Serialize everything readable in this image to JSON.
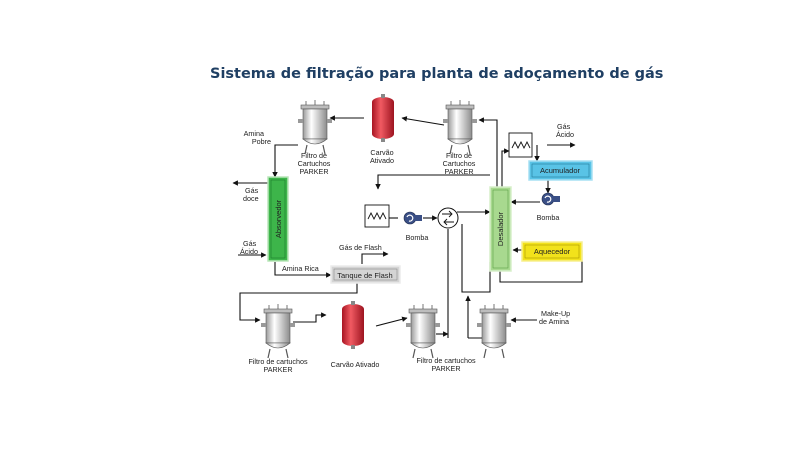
{
  "title": "Sistema de filtração para planta de adoçamento de gás",
  "colors": {
    "title": "#1f3f63",
    "absorber": "#3db54a",
    "stripper": "#a8d98f",
    "accumulator": "#59c3e6",
    "heater": "#f2e21b",
    "flash_tank": "#d4d4d4",
    "carbon": "#d92a3a",
    "pump": "#3a4f86"
  },
  "units": {
    "absorvedor": "Absorvedor",
    "desalador": "Desalador",
    "acumulador": "Acumulador",
    "aquecedor": "Aquecedor",
    "tanque_flash": "Tanque de Flash"
  },
  "labels": {
    "amina_pobre": [
      "Amina",
      "Pobre"
    ],
    "filtro_top_left": [
      "Filtro de",
      "Cartuchos",
      "PARKER"
    ],
    "carvao_top": [
      "Carvão",
      "Ativado"
    ],
    "filtro_top_right": [
      "Filtro de",
      "Cartuchos",
      "PARKER"
    ],
    "gas_acido_top": [
      "Gás",
      "Ácido"
    ],
    "gas_doce": [
      "Gás",
      "doce"
    ],
    "gas_acido_left": [
      "Gás",
      "Ácido"
    ],
    "bomba_mid": "Bomba",
    "bomba_right": "Bomba",
    "gas_de_flash": "Gás de Flash",
    "amina_rica": "Amina Rica",
    "filtro_bottom_left": [
      "Filtro de cartuchos",
      "PARKER"
    ],
    "carvao_bottom": "Carvão Ativado",
    "filtro_bottom_mid": [
      "Filtro de cartuchos",
      "PARKER"
    ],
    "makeup": [
      "Make-Up",
      "de Amina"
    ]
  },
  "icons": [
    "heat-exchanger-icon",
    "cooler-icon",
    "pump-icon",
    "cartridge-filter-icon",
    "carbon-vessel-icon"
  ]
}
